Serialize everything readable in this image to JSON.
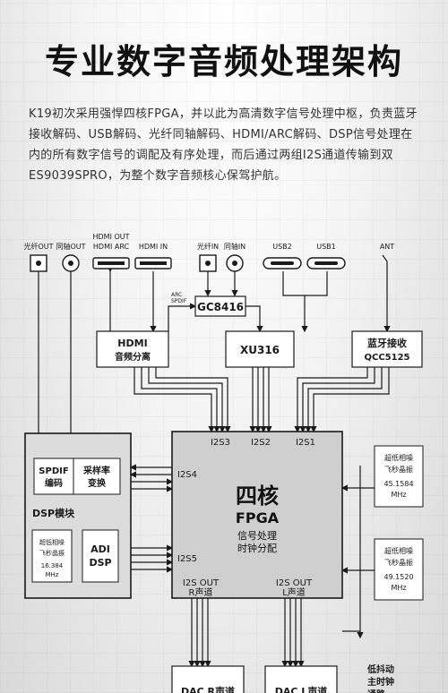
{
  "title": "专业数字音频处理架构",
  "intro": "K19初次采用强悍四核FPGA，并以此为高清数字信号处理中枢，负责蓝牙接收解码、USB解码、光纤同轴解码、HDMI/ARC解码、DSP信号处理在内的所有数字信号的调配及有序处理，而后通过两组I2S通道传输到双ES9039SPRO，为整个数字音频核心保驾护航。",
  "ports": {
    "optical_out": "光纤OUT",
    "coax_out": "同轴OUT",
    "hdmi_out_1": "HDMI OUT",
    "hdmi_out_2": "HDMI ARC",
    "hdmi_in": "HDMI IN",
    "optical_in": "光纤IN",
    "coax_in": "同轴IN",
    "usb2": "USB2",
    "usb1": "USB1",
    "ant": "ANT"
  },
  "blocks": {
    "arc_1": "ARC",
    "arc_2": "SPDIF",
    "gc8416": "GC8416",
    "hdmi_split_1": "HDMI",
    "hdmi_split_2": "音频分离",
    "xu316": "XU316",
    "bt_1": "蓝牙接收",
    "bt_2": "QCC5125",
    "i2s3": "I2S3",
    "i2s2": "I2S2",
    "i2s1": "I2S1",
    "i2s4": "I2S4",
    "i2s5": "I2S5",
    "fpga_1": "四核",
    "fpga_2": "FPGA",
    "fpga_3": "信号处理",
    "fpga_4": "时钟分配",
    "i2s_out_r_1": "I2S OUT",
    "i2s_out_r_2": "R声道",
    "i2s_out_l_1": "I2S OUT",
    "i2s_out_l_2": "L声道",
    "spdif_1": "SPDIF",
    "spdif_2": "编码",
    "src_1": "采样率",
    "src_2": "变换",
    "dsp_module": "DSP模块",
    "xtal_dsp_1": "超低相噪",
    "xtal_dsp_2": "飞秒晶振",
    "xtal_dsp_3": "16.384",
    "xtal_dsp_4": "MHz",
    "adi_1": "ADI",
    "adi_2": "DSP",
    "xtal_a_1": "超低相噪",
    "xtal_a_2": "飞秒晶振",
    "xtal_a_3": "45.1584",
    "xtal_a_4": "MHz",
    "xtal_b_1": "超低相噪",
    "xtal_b_2": "飞秒晶振",
    "xtal_b_3": "49.1520",
    "xtal_b_4": "MHz",
    "jitter_1": "低抖动",
    "jitter_2": "主时钟",
    "jitter_3": "通路",
    "dac_r": "DAC R声道",
    "dac_l": "DAC L声道"
  },
  "colors": {
    "line": "#1a1a1a",
    "box_fill": "#ffffff",
    "fpga_fill": "#cfcfcf",
    "dsp_fill": "#dcdcdc"
  }
}
